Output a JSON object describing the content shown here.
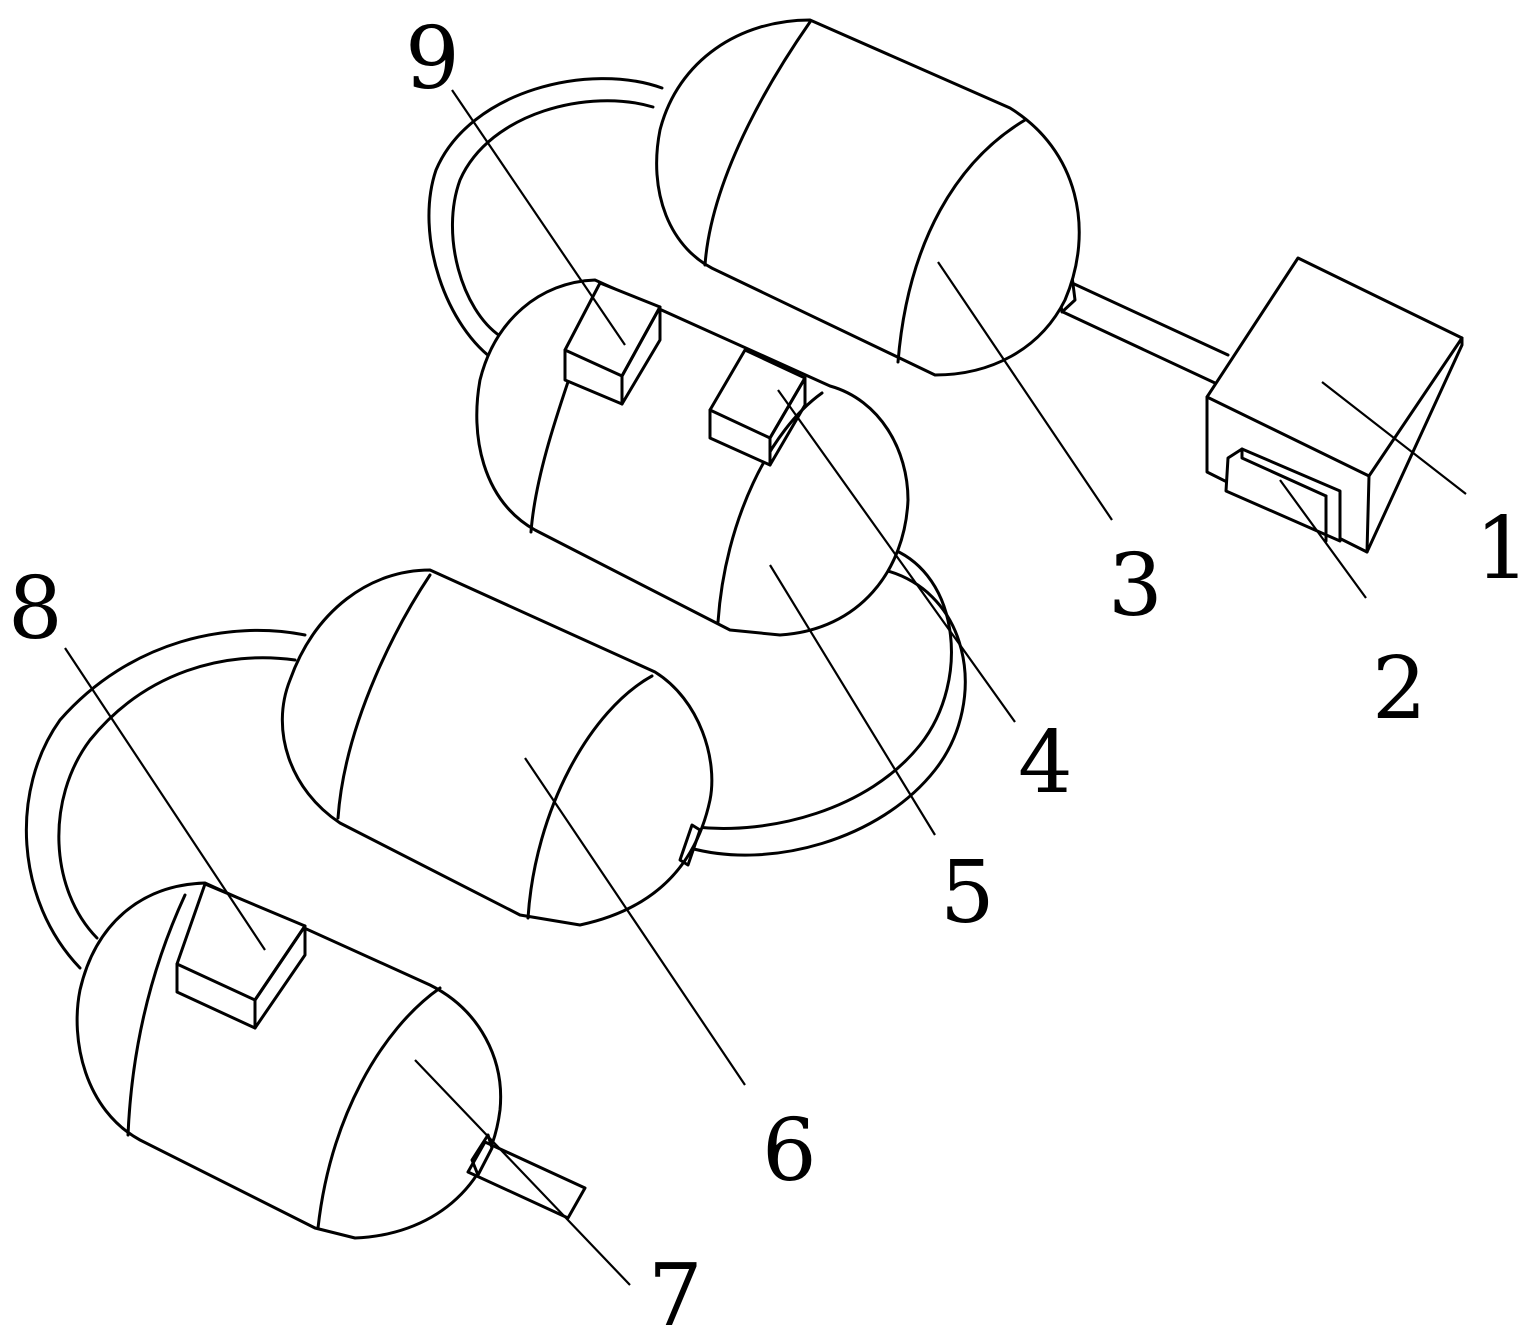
{
  "figure": {
    "callouts": [
      {
        "id": "1",
        "text": "1"
      },
      {
        "id": "2",
        "text": "2"
      },
      {
        "id": "3",
        "text": "3"
      },
      {
        "id": "4",
        "text": "4"
      },
      {
        "id": "5",
        "text": "5"
      },
      {
        "id": "6",
        "text": "6"
      },
      {
        "id": "7",
        "text": "7"
      },
      {
        "id": "8",
        "text": "8"
      },
      {
        "id": "9",
        "text": "9"
      }
    ],
    "colors": {
      "line": "#000000",
      "background": "#ffffff"
    }
  }
}
